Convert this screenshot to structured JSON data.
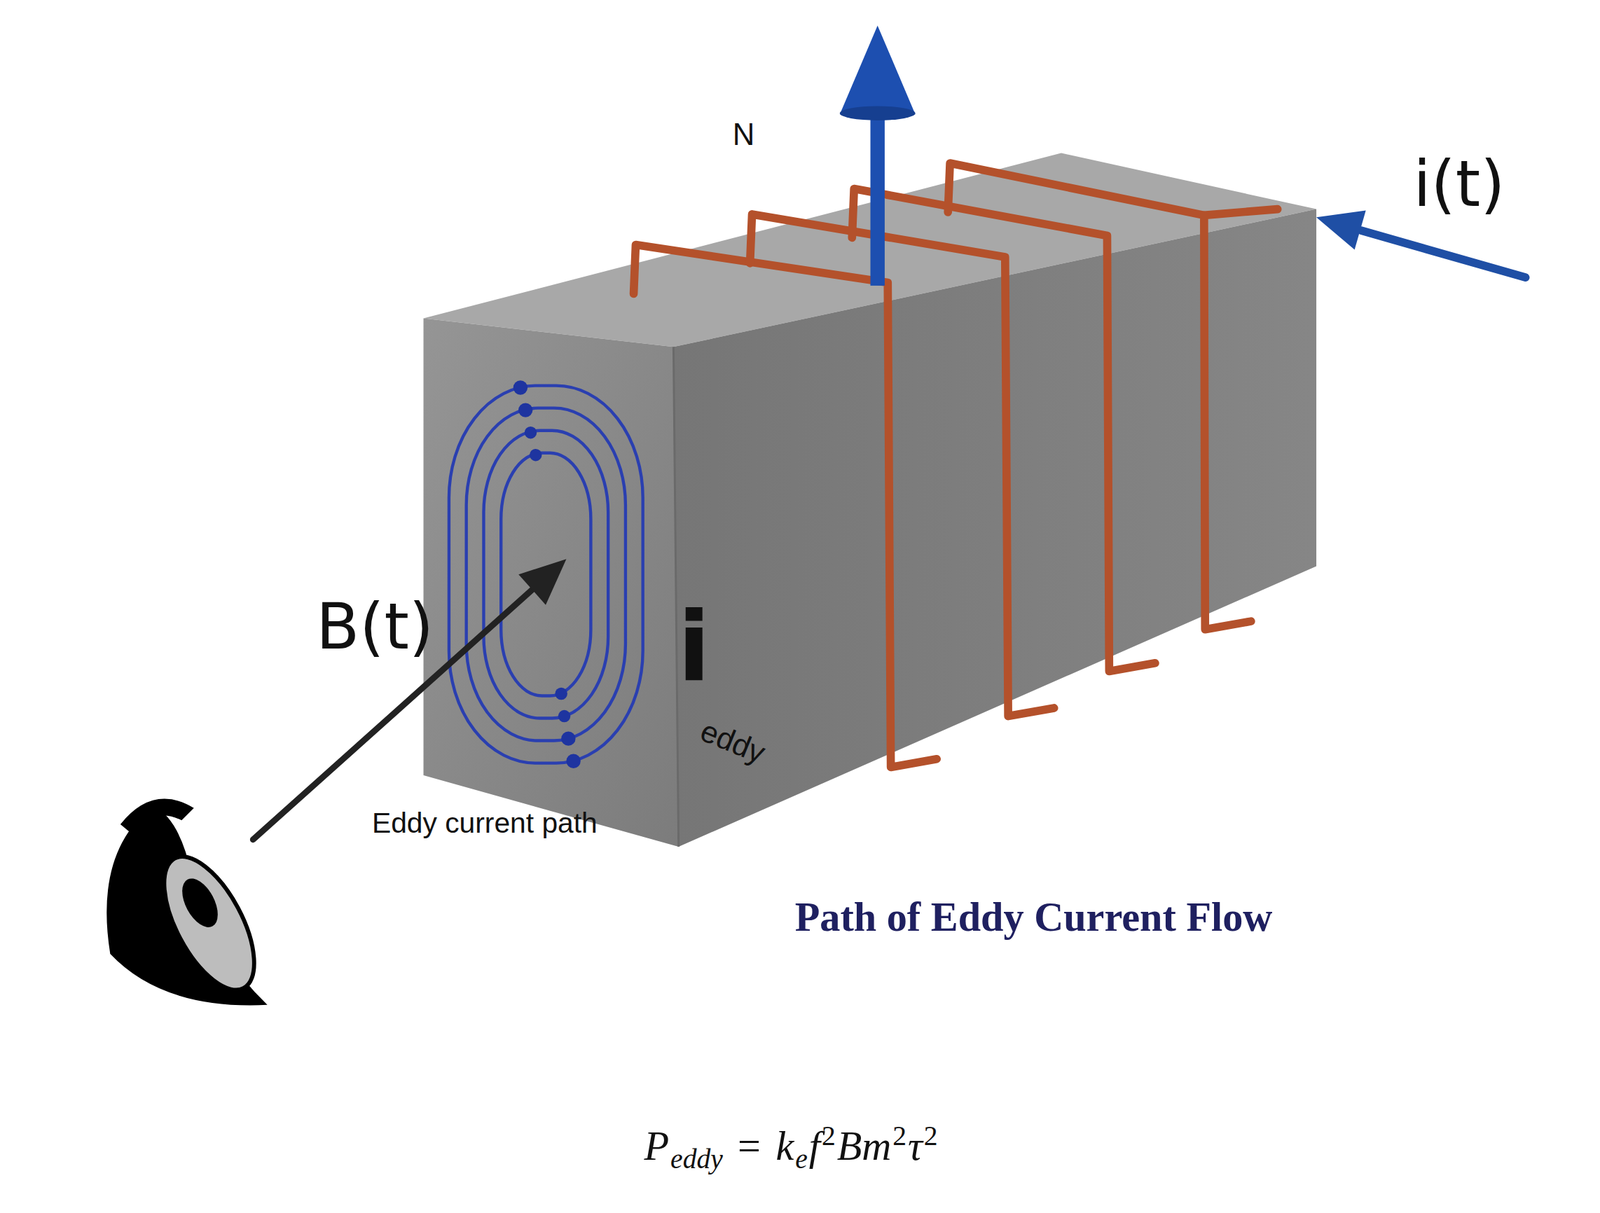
{
  "diagram": {
    "caption": "Path of Eddy Current Flow",
    "labels": [
      "N",
      "i(t)",
      "B(t)",
      "i",
      "eddy",
      "Eddy current path",
      "P",
      "eddy",
      "=",
      "k",
      "e",
      "f",
      "2",
      "Bm",
      "2",
      "τ",
      "2"
    ]
  }
}
